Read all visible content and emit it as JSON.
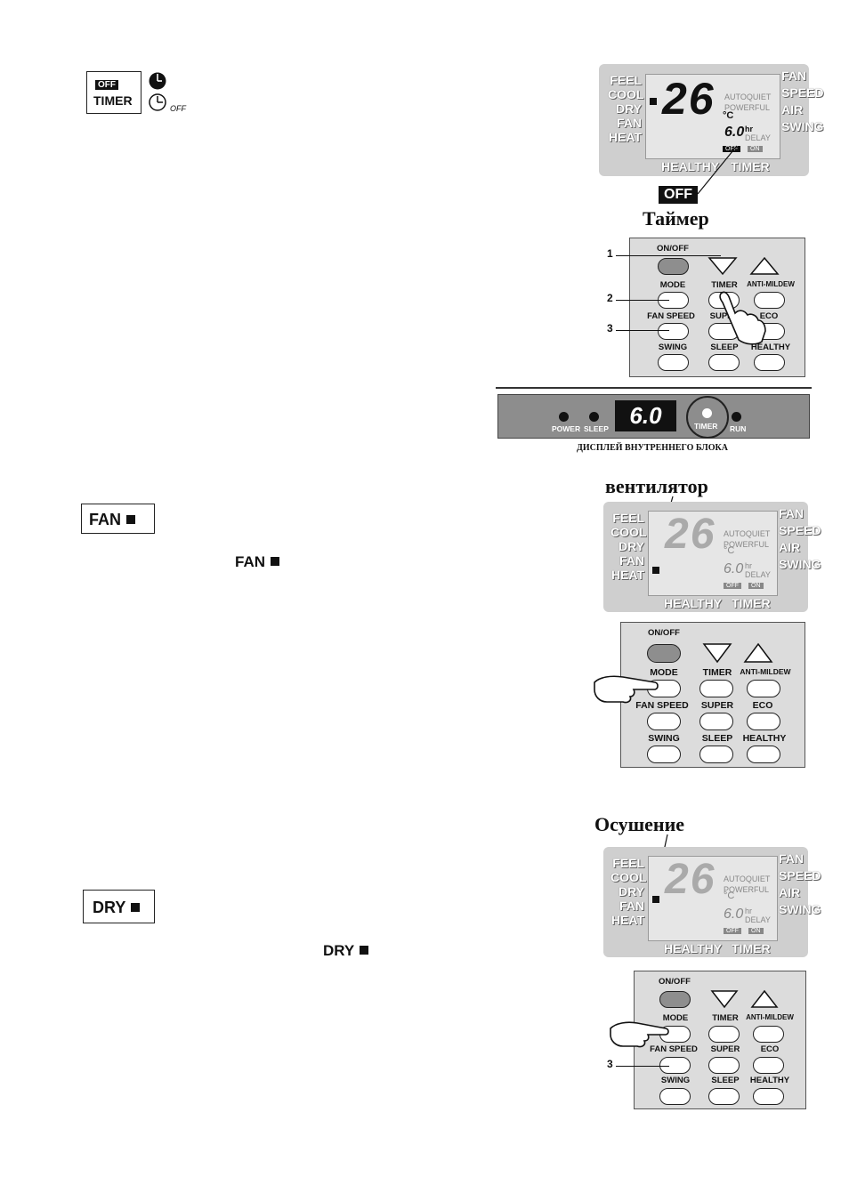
{
  "timer_section": {
    "off_tag": "OFF",
    "timer_box_label": "TIMER",
    "clock_off_sub": "OFF",
    "caption": "Таймер",
    "callouts": [
      "1",
      "2",
      "3"
    ],
    "indoor_display": {
      "labels": {
        "power": "POWER",
        "sleep": "SLEEP",
        "timer": "TIMER",
        "run": "RUN"
      },
      "value": "6.0",
      "caption": "ДИСПЛЕЙ ВНУТРЕННЕГО БЛОКА"
    }
  },
  "fan_section": {
    "box_label": "FAN",
    "inline_label": "FAN",
    "caption": "вентилятор"
  },
  "dry_section": {
    "box_label": "DRY",
    "inline_label": "DRY",
    "caption": "Осушение",
    "callout": "3"
  },
  "lcd": {
    "modes": [
      "FEEL",
      "COOL",
      "DRY",
      "FAN",
      "HEAT"
    ],
    "temp": "26",
    "unit": "°C",
    "mode_text": [
      "AUTOQUIET",
      "POWERFUL"
    ],
    "timer_value": "6.0",
    "hr": "hr",
    "delay": "DELAY",
    "on": "ON",
    "off": "OFF",
    "right_labels": [
      "FAN",
      "SPEED",
      "AIR",
      "SWING"
    ],
    "bottom_labels": [
      "HEALTHY",
      "TIMER"
    ]
  },
  "remote": {
    "rows": [
      [
        "ON/OFF"
      ],
      [
        "MODE",
        "TIMER",
        "ANTI-MILDEW"
      ],
      [
        "FAN SPEED",
        "SUPER",
        "ECO"
      ],
      [
        "SWING",
        "SLEEP",
        "HEALTHY"
      ]
    ]
  }
}
